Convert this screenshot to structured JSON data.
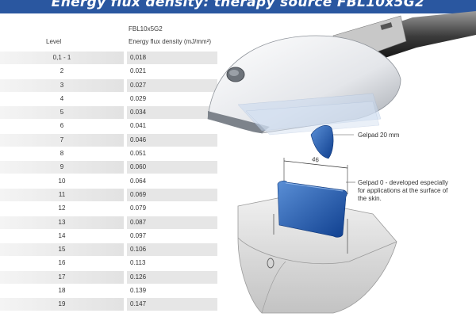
{
  "header": {
    "title": "Energy flux density: therapy source FBL10x5G2"
  },
  "table": {
    "source_label": "FBL10x5G2",
    "col_level": "Level",
    "col_flux": "Energy flux density (mJ/mm²)",
    "rows": [
      {
        "level": "0,1 - 1",
        "value": "0,018"
      },
      {
        "level": "2",
        "value": "0.021"
      },
      {
        "level": "3",
        "value": "0.027"
      },
      {
        "level": "4",
        "value": "0.029"
      },
      {
        "level": "5",
        "value": "0.034"
      },
      {
        "level": "6",
        "value": "0.041"
      },
      {
        "level": "7",
        "value": "0.046"
      },
      {
        "level": "8",
        "value": "0.051"
      },
      {
        "level": "9",
        "value": "0.060"
      },
      {
        "level": "10",
        "value": "0.064"
      },
      {
        "level": "11",
        "value": "0.069"
      },
      {
        "level": "12",
        "value": "0.079"
      },
      {
        "level": "13",
        "value": "0.087"
      },
      {
        "level": "14",
        "value": "0.097"
      },
      {
        "level": "15",
        "value": "0.106"
      },
      {
        "level": "16",
        "value": "0.113"
      },
      {
        "level": "17",
        "value": "0.126"
      },
      {
        "level": "18",
        "value": "0.139"
      },
      {
        "level": "19",
        "value": "0.147"
      }
    ]
  },
  "annotations": {
    "gelpad20": "Gelpad 20 mm",
    "gelpad0": "Gelpad 0 - developed especially for applications at the surface of the skin.",
    "dimension": "46"
  },
  "colors": {
    "title_bar": "#2a57a0",
    "gel_blue": "#1f5fb8",
    "row_shade": "#e6e6e6"
  }
}
